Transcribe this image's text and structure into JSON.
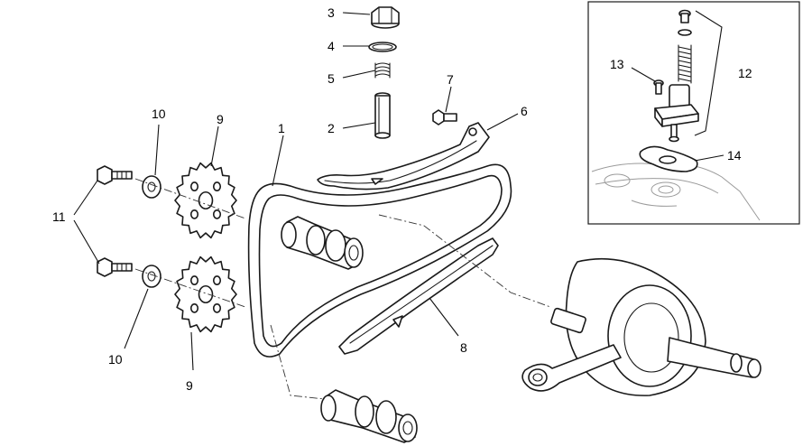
{
  "callouts": {
    "c1": "1",
    "c2": "2",
    "c3": "3",
    "c4": "4",
    "c5": "5",
    "c6": "6",
    "c7": "7",
    "c8": "8",
    "c9_top": "9",
    "c9_bottom": "9",
    "c10_top": "10",
    "c10_bottom": "10",
    "c11": "11",
    "c12": "12",
    "c13": "13",
    "c14": "14"
  }
}
